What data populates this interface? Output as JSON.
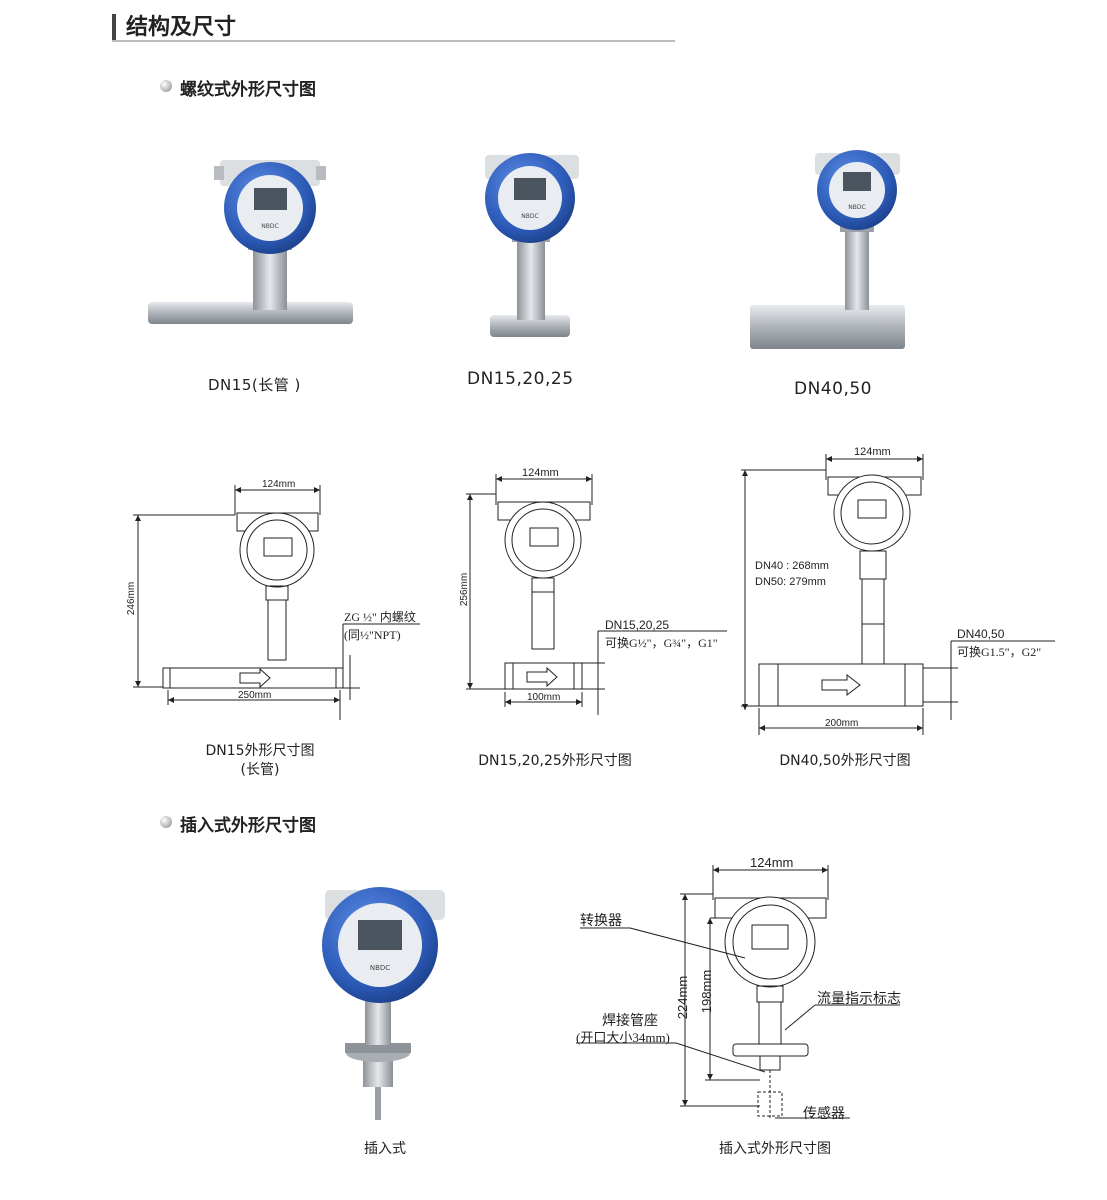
{
  "header": {
    "title": "结构及尺寸"
  },
  "sections": {
    "thread": {
      "title": "螺纹式外形尺寸图"
    },
    "insert": {
      "title": "插入式外形尺寸图"
    }
  },
  "photos": {
    "dn15_long": "DN15(长管 )",
    "dn15_25": "DN15,20,25",
    "dn40_50": "DN40,50"
  },
  "drawings": {
    "d1": {
      "width": "124mm",
      "height": "246mm",
      "length": "250mm",
      "note1": "ZG ½\" 内螺纹",
      "note2": "(同½\"NPT)",
      "caption1": "DN15外形尺寸图",
      "caption2": "(长管)"
    },
    "d2": {
      "width": "124mm",
      "height": "256mm",
      "length": "100mm",
      "note1": "DN15,20,25",
      "note2": "可换G½\"，G¾\"，G1\"",
      "caption": "DN15,20,25外形尺寸图"
    },
    "d3": {
      "width": "124mm",
      "h1": "DN40 : 268mm",
      "h2": "DN50: 279mm",
      "length": "200mm",
      "note1": "DN40,50",
      "note2": "可换G1.5\"，G2\"",
      "caption": "DN40,50外形尺寸图"
    },
    "d4": {
      "width": "124mm",
      "h_outer": "224mm",
      "h_inner": "198mm",
      "label_converter": "转换器",
      "label_flow": "流量指示标志",
      "label_weld1": "焊接管座",
      "label_weld2": "(开口大小34mm)",
      "label_sensor": "传感器",
      "caption": "插入式外形尺寸图"
    }
  },
  "insert_photo_caption": "插入式",
  "colors": {
    "blue": "#2f63c4",
    "steel": "#b9bec4",
    "line": "#222222"
  }
}
